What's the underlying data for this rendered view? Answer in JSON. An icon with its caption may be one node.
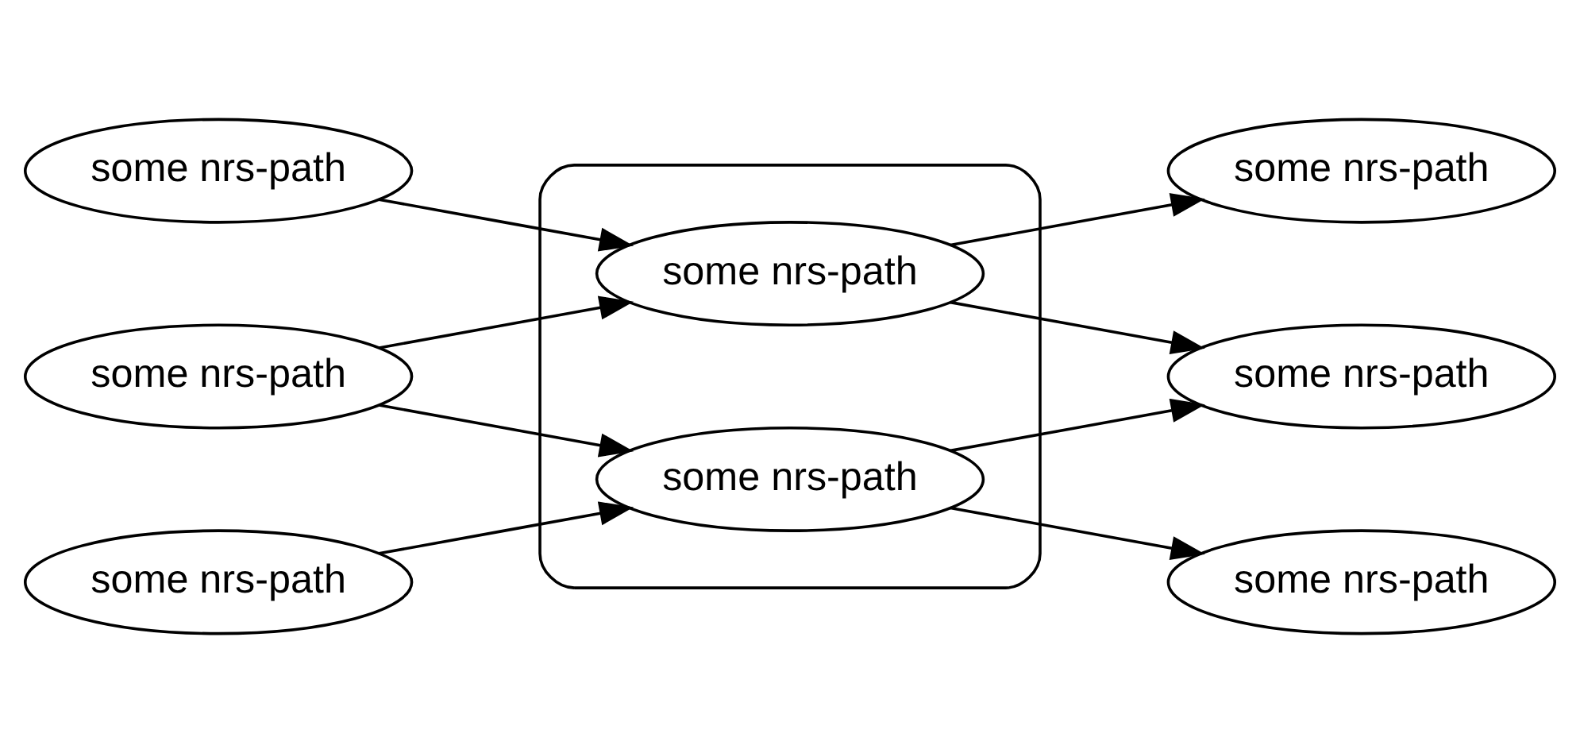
{
  "diagram": {
    "nodes": [
      {
        "text": [
          "some nrs-path"
        ]
      },
      {
        "text": [
          "some nrs-path"
        ]
      },
      {
        "text": [
          "some nrs-path"
        ]
      },
      {
        "text": [],
        "shape": "box"
      },
      {
        "text": [
          "some nrs-path"
        ],
        "in": 3
      },
      {
        "text": [
          "some nrs-path"
        ],
        "in": 3
      },
      {
        "text": [
          "some nrs-path"
        ]
      },
      {
        "text": [
          "some nrs-path"
        ]
      },
      {
        "text": [
          "some nrs-path"
        ]
      }
    ],
    "edges": [
      {
        "from": 0,
        "to": 4,
        "arrow": "to"
      },
      {
        "from": 4,
        "to": 1,
        "arrow": "to"
      },
      {
        "from": 2,
        "to": 4,
        "arrow": "to"
      },
      {
        "from": 2,
        "to": 5,
        "arrow": "to"
      },
      {
        "from": 4,
        "to": 6,
        "arrow": "to"
      },
      {
        "from": 5,
        "to": 6,
        "arrow": "to"
      },
      {
        "from": 7,
        "to": 5,
        "arrow": "to"
      },
      {
        "from": 5,
        "to": 8,
        "arrow": "to"
      }
    ]
  }
}
